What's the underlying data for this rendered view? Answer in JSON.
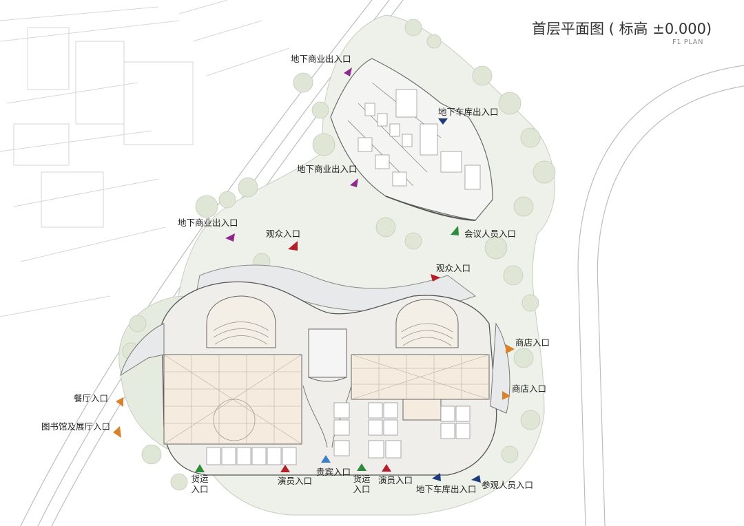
{
  "title": "首层平面图 ( 标高 ±0.000)",
  "subtitle": "F1 PLAN",
  "colors": {
    "purple": "#8e2a8e",
    "red": "#b3202a",
    "green": "#2e8b3a",
    "navy": "#1f3a7a",
    "blue": "#3d7fc2",
    "orange": "#d9822b"
  },
  "labels": {
    "basement_commercial_entry_top": "地下商业出入口",
    "basement_commercial_entry_mid": "地下商业出入口",
    "basement_commercial_entry_left": "地下商业出入口",
    "garage_entry_top": "地下车库出入口",
    "audience_entry_left": "观众入口",
    "audience_entry_right": "观众入口",
    "conference_staff_entry": "会议人员入口",
    "shop_entry_upper": "商店入口",
    "shop_entry_lower": "商店入口",
    "restaurant_entry": "餐厅入口",
    "library_exhibition_entry": "图书馆及展厅入口",
    "freight_entry_left": [
      "货运",
      "入口"
    ],
    "actor_entry_left": "演员入口",
    "vip_entry": "贵宾入口",
    "freight_entry_right": [
      "货运",
      "入口"
    ],
    "actor_entry_right": "演员入口",
    "garage_entry_bottom": "地下车库出入口",
    "visitor_entry": "参观人员入口"
  }
}
